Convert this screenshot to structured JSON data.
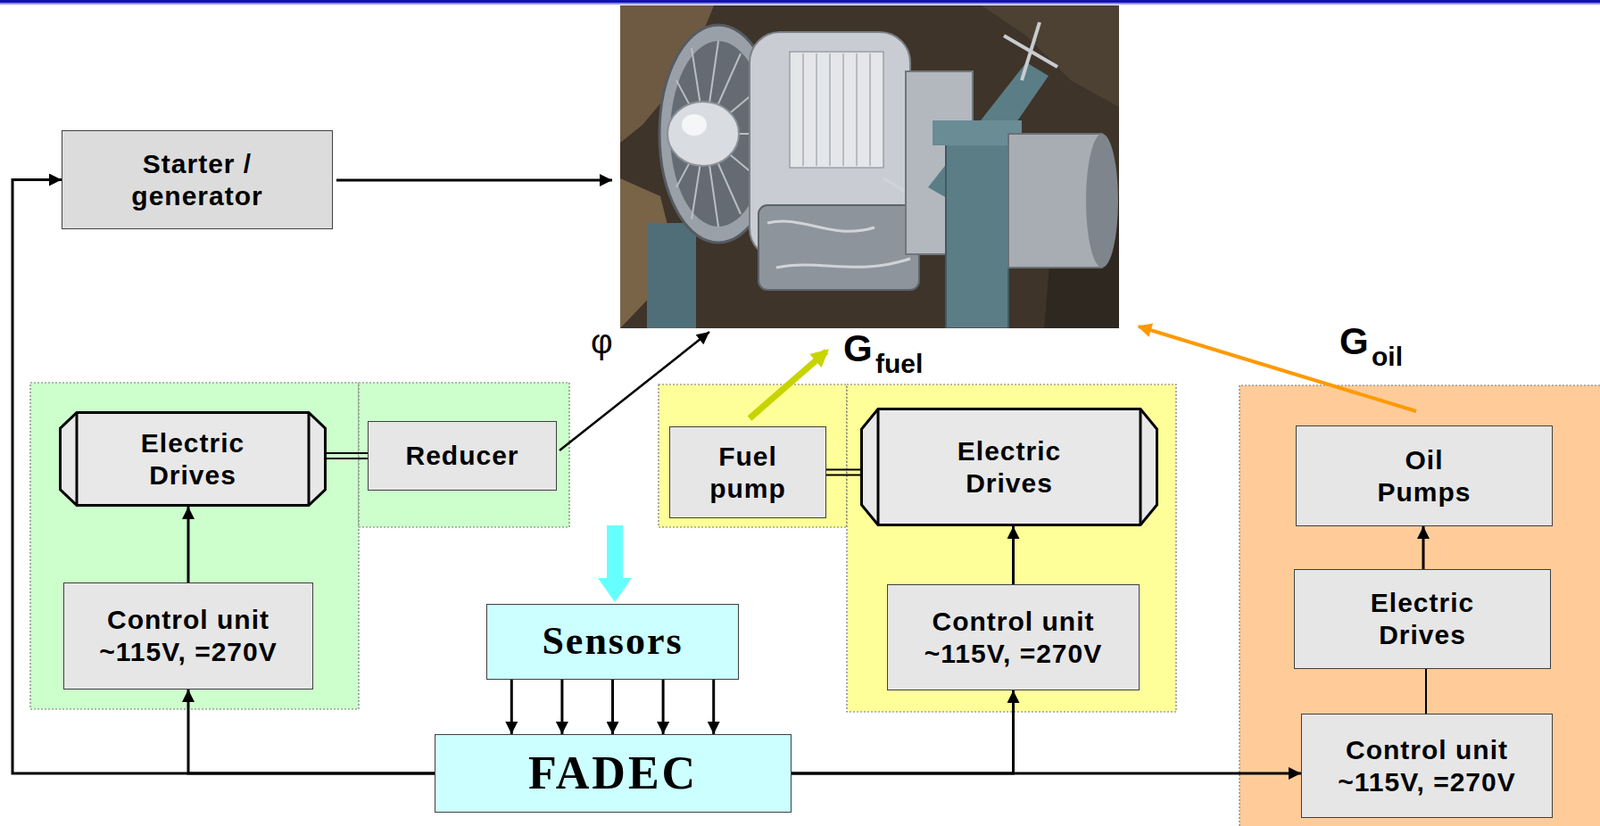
{
  "diagram": {
    "nodes": [
      {
        "text": [
          "Starter / generator"
        ]
      },
      {
        "text": [
          "Electric Drives"
        ]
      },
      {
        "text": [
          "Reducer"
        ]
      },
      {
        "text": [
          "Fuel pump"
        ]
      },
      {
        "text": [
          "Electric Drives"
        ]
      },
      {
        "text": [
          "Oil Pumps"
        ]
      },
      {
        "text": [
          "Control unit ~115V, =270V"
        ]
      },
      {
        "text": [
          "Sensors"
        ]
      },
      {
        "text": [
          "Control unit ~115V, =270V"
        ]
      },
      {
        "text": [
          "Electric Drives"
        ]
      },
      {
        "text": [
          "FADEC"
        ]
      },
      {
        "text": [
          "Control unit ~115V, =270V"
        ]
      }
    ],
    "edges": [
      {
        "from": 10,
        "to": 0,
        "arrow": "to"
      },
      {
        "from": 10,
        "to": 6,
        "arrow": "to"
      },
      {
        "from": 10,
        "to": 8,
        "arrow": "to"
      },
      {
        "from": 10,
        "to": 11,
        "arrow": "to"
      },
      {
        "from": 7,
        "to": 10,
        "arrow": "to"
      },
      {
        "from": 7,
        "to": 10,
        "arrow": "to"
      },
      {
        "from": 7,
        "to": 10,
        "arrow": "to"
      },
      {
        "from": 7,
        "to": 10,
        "arrow": "to"
      },
      {
        "from": 7,
        "to": 10,
        "arrow": "to"
      },
      {
        "from": 6,
        "to": 1,
        "arrow": "to"
      },
      {
        "from": 1,
        "to": 2,
        "arrow": "none"
      },
      {
        "from": 3,
        "to": 4,
        "arrow": "none"
      },
      {
        "from": 8,
        "to": 4,
        "arrow": "to"
      },
      {
        "from": 9,
        "to": 5,
        "arrow": "to"
      },
      {
        "from": 11,
        "to": 9,
        "arrow": "none"
      }
    ],
    "labels": [
      "φ",
      "G",
      "fuel",
      "G",
      "oil"
    ]
  }
}
